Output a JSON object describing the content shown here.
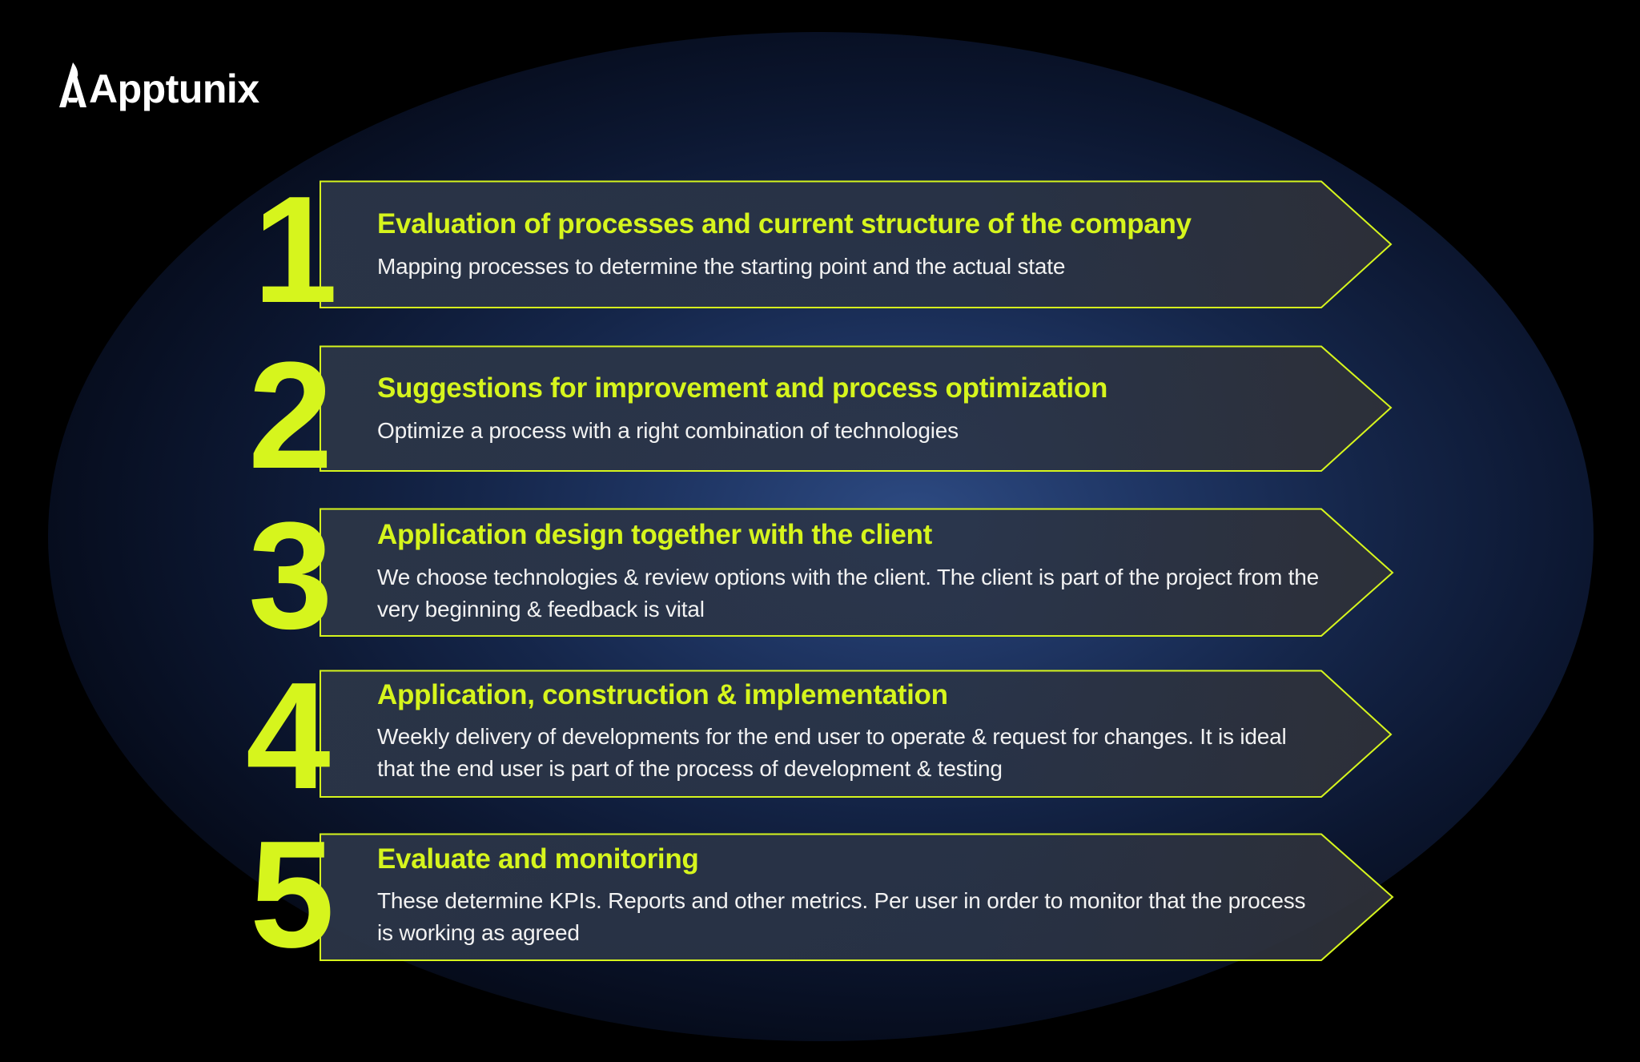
{
  "brand": {
    "name": "Apptunix",
    "accent_color": "#d6f51d",
    "background_color": "#000000"
  },
  "steps": [
    {
      "number": "1",
      "title": "Evaluation of processes and current structure of the company",
      "description": "Mapping processes to determine the starting point and the actual state"
    },
    {
      "number": "2",
      "title": "Suggestions for improvement and process optimization",
      "description": "Optimize a process with a right combination of technologies"
    },
    {
      "number": "3",
      "title": "Application design together with the client",
      "description": "We choose technologies & review options with the client. The client is part of the project from the very beginning & feedback is vital"
    },
    {
      "number": "4",
      "title": "Application, construction & implementation",
      "description": "Weekly delivery of developments for the end user to operate & request for changes. It is ideal that the end user is part of the process of development & testing"
    },
    {
      "number": "5",
      "title": "Evaluate and monitoring",
      "description": "These determine KPIs. Reports and other metrics. Per user in order to monitor that the process is working as agreed"
    }
  ]
}
